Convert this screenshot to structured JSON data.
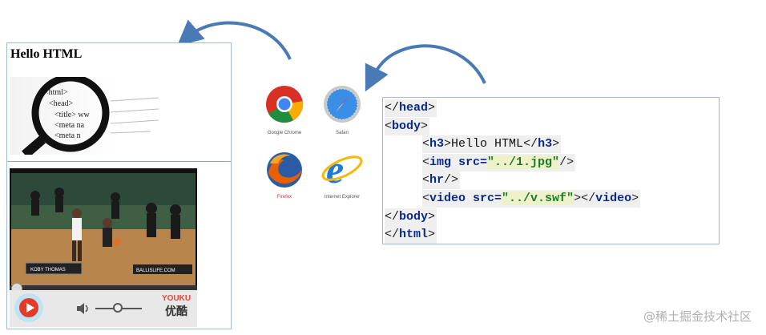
{
  "rendered_page": {
    "title": "Hello HTML",
    "photo_snippet": [
      "<html>",
      "<head>",
      "<title> ww",
      "<meta na",
      "<meta n"
    ],
    "video": {
      "brand_top": "YOUKU",
      "brand_bottom": "优酷",
      "caption_left": "KOBY THOMAS",
      "caption_right": "BALLISLIFE.COM"
    }
  },
  "browsers": [
    {
      "name": "Google Chrome",
      "color": "#d93025"
    },
    {
      "name": "Safari",
      "color": "#3a8ee6"
    },
    {
      "name": "Firefox",
      "color": "#e66000"
    },
    {
      "name": "Internet Explorer",
      "color": "#1f7bd6"
    }
  ],
  "code": {
    "lines": [
      {
        "indent": 0,
        "parts": [
          [
            "t",
            "</"
          ],
          [
            "tag",
            "head"
          ],
          [
            "t",
            ">"
          ]
        ]
      },
      {
        "indent": 0,
        "parts": [
          [
            "t",
            "<"
          ],
          [
            "tag",
            "body"
          ],
          [
            "t",
            ">"
          ]
        ]
      },
      {
        "indent": 1,
        "parts": [
          [
            "t",
            "<"
          ],
          [
            "tag",
            "h3"
          ],
          [
            "t",
            ">"
          ],
          [
            "txt",
            "Hello HTML"
          ],
          [
            "t",
            "</"
          ],
          [
            "tag",
            "h3"
          ],
          [
            "t",
            ">"
          ]
        ]
      },
      {
        "indent": 1,
        "parts": [
          [
            "t",
            "<"
          ],
          [
            "tag",
            "img "
          ],
          [
            "attr",
            "src="
          ],
          [
            "val",
            "\"../1.jpg\""
          ],
          [
            "t",
            "/>"
          ]
        ]
      },
      {
        "indent": 1,
        "parts": [
          [
            "t",
            "<"
          ],
          [
            "tag",
            "hr"
          ],
          [
            "t",
            "/>"
          ]
        ]
      },
      {
        "indent": 1,
        "parts": [
          [
            "t",
            "<"
          ],
          [
            "tag",
            "video "
          ],
          [
            "attr",
            "src="
          ],
          [
            "val",
            "\"../v.swf\""
          ],
          [
            "t",
            "></"
          ],
          [
            "tag",
            "video"
          ],
          [
            "t",
            ">"
          ]
        ]
      },
      {
        "indent": 0,
        "parts": [
          [
            "t",
            "</"
          ],
          [
            "tag",
            "body"
          ],
          [
            "t",
            ">"
          ]
        ]
      },
      {
        "indent": 0,
        "parts": [
          [
            "t",
            "</"
          ],
          [
            "tag",
            "html"
          ],
          [
            "t",
            ">"
          ]
        ]
      }
    ]
  },
  "watermark": "@稀土掘金技术社区",
  "colors": {
    "arrow": "#4a7ab5",
    "panel_border": "#9dbbd6"
  }
}
